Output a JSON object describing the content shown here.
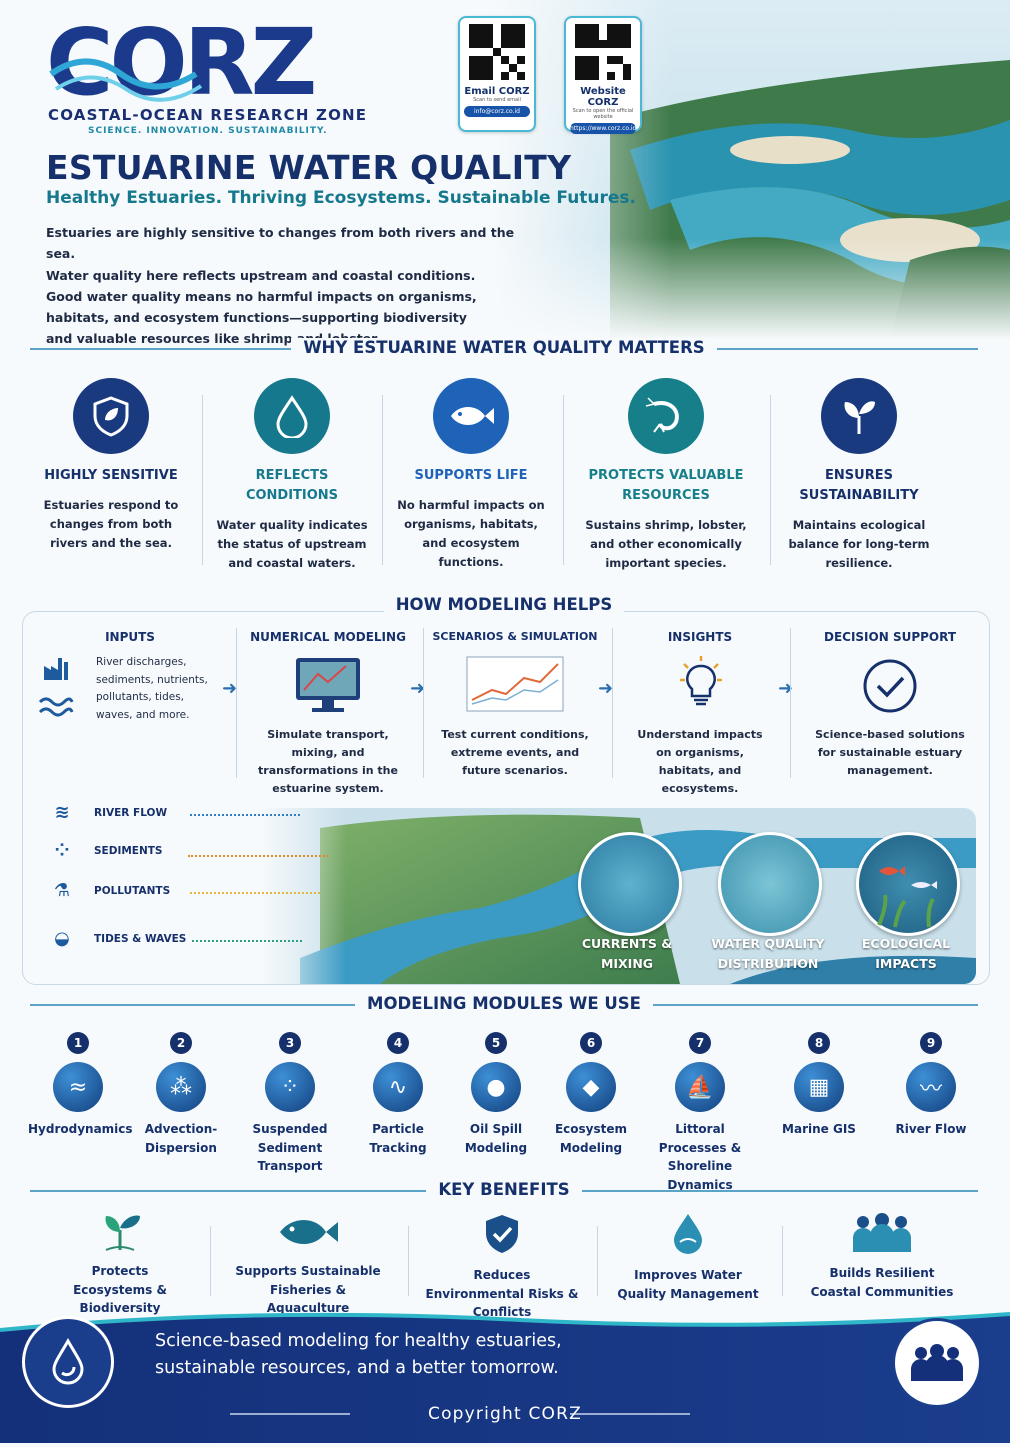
{
  "brand": {
    "logo_text": "CORZ",
    "name": "COASTAL-OCEAN RESEARCH ZONE",
    "tagline": "SCIENCE. INNOVATION. SUSTAINABILITY."
  },
  "qr_cards": [
    {
      "label": "Email CORZ",
      "sub": "Scan to send email",
      "value": "info@corz.co.id"
    },
    {
      "label": "Website CORZ",
      "sub": "Scan to open the official website",
      "value": "https://www.corz.co.id"
    }
  ],
  "header": {
    "title": "ESTUARINE WATER QUALITY",
    "subtitle": "Healthy Estuaries. Thriving Ecosystems. Sustainable Futures.",
    "intro": [
      "Estuaries are highly sensitive to changes from both rivers and the sea.",
      "Water quality here reflects upstream and coastal conditions.",
      "Good water quality means no harmful impacts on organisms,",
      "habitats, and ecosystem functions—supporting biodiversity",
      "and valuable resources like shrimp and lobster."
    ]
  },
  "why": {
    "heading": "WHY ESTUARINE WATER QUALITY MATTERS",
    "items": [
      {
        "icon": "shield-leaf-icon",
        "title": "HIGHLY SENSITIVE",
        "desc": "Estuaries respond to changes from both rivers and the sea."
      },
      {
        "icon": "water-drop-icon",
        "title": "REFLECTS CONDITIONS",
        "desc": "Water quality indicates the status of upstream and coastal waters."
      },
      {
        "icon": "fish-icon",
        "title": "SUPPORTS LIFE",
        "desc": "No harmful impacts on organisms, habitats, and ecosystem functions."
      },
      {
        "icon": "shrimp-icon",
        "title": "PROTECTS VALUABLE RESOURCES",
        "desc": "Sustains shrimp, lobster, and other economically important species."
      },
      {
        "icon": "leaves-icon",
        "title": "ENSURES SUSTAINABILITY",
        "desc": "Maintains ecological balance for long-term resilience."
      }
    ]
  },
  "helps": {
    "heading": "HOW MODELING HELPS",
    "steps": [
      {
        "title": "INPUTS",
        "desc": "River discharges, sediments, nutrients, pollutants, tides, waves, and more."
      },
      {
        "title": "NUMERICAL MODELING",
        "desc": "Simulate transport, mixing, and transformations in the estuarine system."
      },
      {
        "title": "SCENARIOS & SIMULATION",
        "desc": "Test current conditions, extreme events, and future scenarios."
      },
      {
        "title": "INSIGHTS",
        "desc": "Understand impacts on organisms, habitats, and ecosystems."
      },
      {
        "title": "DECISION SUPPORT",
        "desc": "Science-based solutions for sustainable estuary management."
      }
    ],
    "legend": [
      {
        "icon": "waves-icon",
        "label": "RIVER FLOW",
        "color": "#2f7fc4"
      },
      {
        "icon": "sediment-icon",
        "label": "SEDIMENTS",
        "color": "#e08a2e"
      },
      {
        "icon": "flask-icon",
        "label": "POLLUTANTS",
        "color": "#e4b93a"
      },
      {
        "icon": "tide-icon",
        "label": "TIDES & WAVES",
        "color": "#2aa37a"
      }
    ],
    "circles": [
      {
        "label": "CURRENTS & MIXING"
      },
      {
        "label": "WATER QUALITY DISTRIBUTION"
      },
      {
        "label": "ECOLOGICAL IMPACTS"
      }
    ]
  },
  "modules": {
    "heading": "MODELING MODULES WE USE",
    "items": [
      {
        "num": "1",
        "icon": "waves-icon",
        "label": "Hydrodynamics"
      },
      {
        "num": "2",
        "icon": "dispersion-icon",
        "label": "Advection-Dispersion"
      },
      {
        "num": "3",
        "icon": "sediment-icon",
        "label": "Suspended Sediment Transport"
      },
      {
        "num": "4",
        "icon": "particle-icon",
        "label": "Particle Tracking"
      },
      {
        "num": "5",
        "icon": "oil-drop-icon",
        "label": "Oil Spill Modeling"
      },
      {
        "num": "6",
        "icon": "fish-icon",
        "label": "Ecosystem Modeling"
      },
      {
        "num": "7",
        "icon": "shoreline-icon",
        "label": "Littoral Processes & Shoreline Dynamics"
      },
      {
        "num": "8",
        "icon": "map-icon",
        "label": "Marine GIS"
      },
      {
        "num": "9",
        "icon": "river-icon",
        "label": "River Flow"
      }
    ]
  },
  "benefits": {
    "heading": "KEY BENEFITS",
    "items": [
      {
        "icon": "sprout-icon",
        "label": "Protects Ecosystems & Biodiversity"
      },
      {
        "icon": "fish-icon",
        "label": "Supports Sustainable Fisheries & Aquaculture"
      },
      {
        "icon": "shield-check-icon",
        "label": "Reduces Environmental Risks & Conflicts"
      },
      {
        "icon": "water-drop-icon",
        "label": "Improves Water Quality Management"
      },
      {
        "icon": "people-icon",
        "label": "Builds Resilient Coastal Communities"
      }
    ]
  },
  "footer": {
    "line1": "Science-based modeling for healthy estuaries,",
    "line2": "sustainable resources, and a better tomorrow.",
    "copyright": "Copyright CORZ"
  },
  "colors": {
    "navy": "#16306b",
    "teal": "#15788c",
    "accent_blue": "#1d5a9e",
    "footer": "#14307a"
  }
}
